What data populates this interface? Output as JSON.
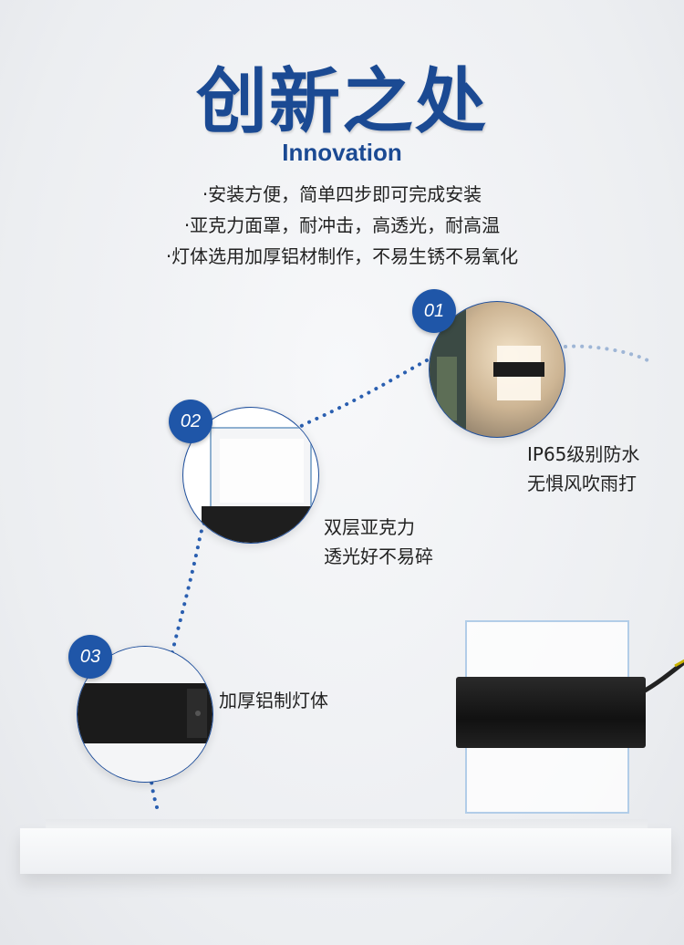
{
  "header": {
    "title": "创新之处",
    "subtitle": "Innovation"
  },
  "features": [
    "·安装方便，简单四步即可完成安装",
    "·亚克力面罩，耐冲击，高透光，耐高温",
    "·灯体选用加厚铝材制作，不易生锈不易氧化"
  ],
  "callouts": [
    {
      "number": "01",
      "line1": "IP65级别防水",
      "line2": "无惧风吹雨打"
    },
    {
      "number": "02",
      "line1": "双层亚克力",
      "line2": "透光好不易碎"
    },
    {
      "number": "03",
      "line1": "加厚铝制灯体"
    }
  ],
  "colors": {
    "accent": "#1b4a93",
    "badge": "#1f56a8",
    "dots": "#2a5fb0"
  }
}
